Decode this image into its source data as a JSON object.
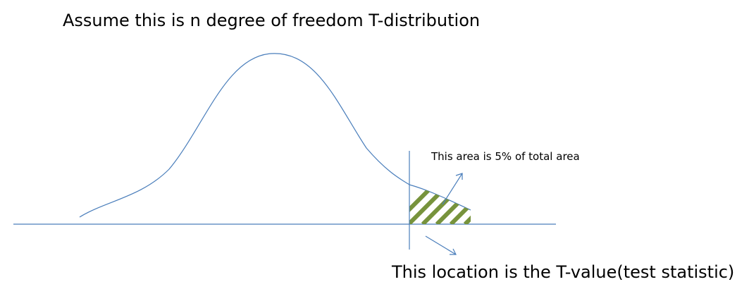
{
  "title": "Assume this is n degree of freedom T-distribution",
  "annotations": {
    "area_note": "This area is 5% of total area",
    "location_note": "This location is the T-value(test statistic)"
  },
  "colors": {
    "line": "#4a7ebb",
    "hatch": "#77933c",
    "text": "#000000",
    "background": "#ffffff"
  }
}
